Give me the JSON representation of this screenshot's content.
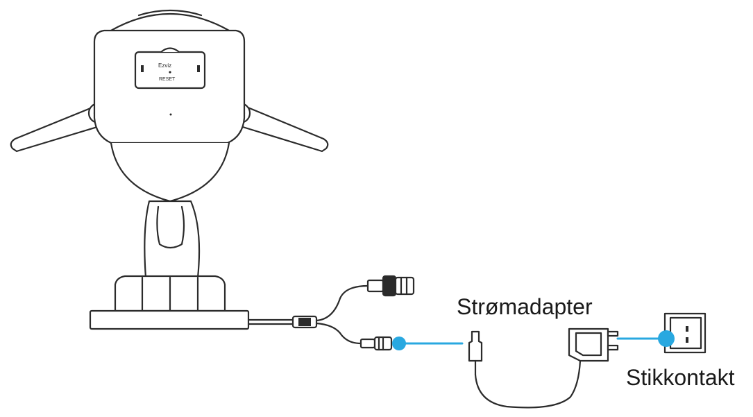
{
  "labels": {
    "power_adapter": "Strømadapter",
    "power_socket": "Stikkontakt"
  },
  "device_markings": {
    "line1": "Ezviz",
    "line2": "RESET"
  },
  "colors": {
    "outline": "#2b2b2b",
    "connector_highlight": "#29a8e0",
    "label_text": "#1a1a1a"
  }
}
